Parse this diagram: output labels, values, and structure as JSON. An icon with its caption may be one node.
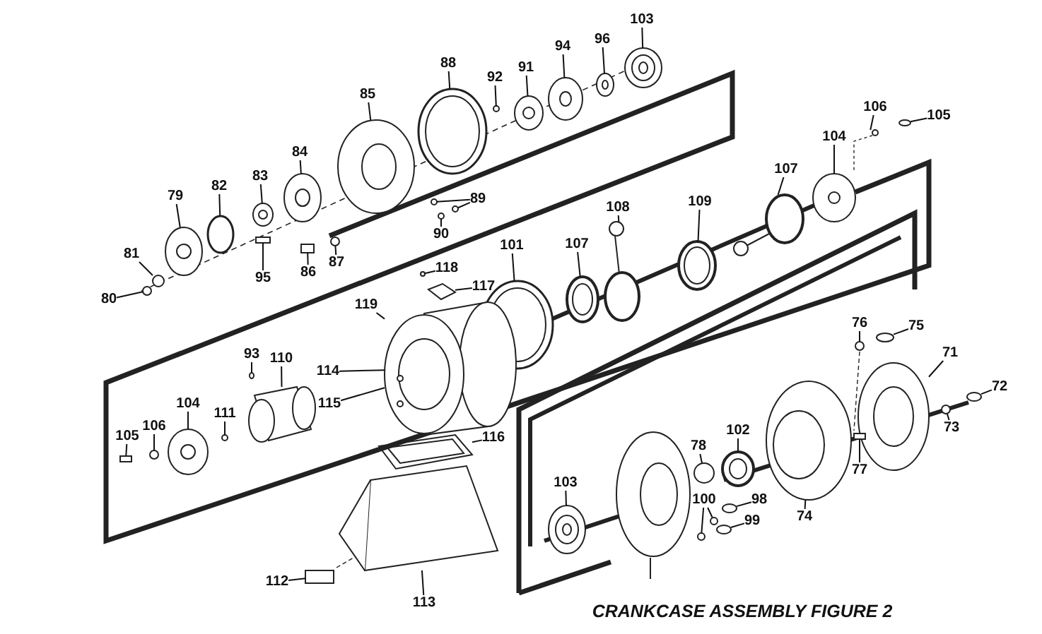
{
  "diagram": {
    "title": "CRANKCASE ASSEMBLY FIGURE 2",
    "nodes": [
      {
        "text": [
          "103"
        ]
      },
      {
        "text": [
          "96"
        ]
      },
      {
        "text": [
          "94"
        ]
      },
      {
        "text": [
          "88"
        ]
      },
      {
        "text": [
          "91"
        ]
      },
      {
        "text": [
          "92"
        ]
      },
      {
        "text": [
          "85"
        ]
      },
      {
        "text": [
          "106"
        ]
      },
      {
        "text": [
          "105"
        ]
      },
      {
        "text": [
          "104"
        ]
      },
      {
        "text": [
          "84"
        ]
      },
      {
        "text": [
          "107"
        ]
      },
      {
        "text": [
          "83"
        ]
      },
      {
        "text": [
          "82"
        ]
      },
      {
        "text": [
          "79"
        ]
      },
      {
        "text": [
          "89"
        ]
      },
      {
        "text": [
          "109"
        ]
      },
      {
        "text": [
          "108"
        ]
      },
      {
        "text": [
          "90"
        ]
      },
      {
        "text": [
          "107"
        ]
      },
      {
        "text": [
          "101"
        ]
      },
      {
        "text": [
          "81"
        ]
      },
      {
        "text": [
          "87"
        ]
      },
      {
        "text": [
          "118"
        ]
      },
      {
        "text": [
          "86"
        ]
      },
      {
        "text": [
          "95"
        ]
      },
      {
        "text": [
          "117"
        ]
      },
      {
        "text": [
          "80"
        ]
      },
      {
        "text": [
          "119"
        ]
      },
      {
        "text": [
          "76"
        ]
      },
      {
        "text": [
          "75"
        ]
      },
      {
        "text": [
          "93"
        ]
      },
      {
        "text": [
          "110"
        ]
      },
      {
        "text": [
          "114"
        ]
      },
      {
        "text": [
          "71"
        ]
      },
      {
        "text": [
          "72"
        ]
      },
      {
        "text": [
          "104"
        ]
      },
      {
        "text": [
          "115"
        ]
      },
      {
        "text": [
          "111"
        ]
      },
      {
        "text": [
          "106"
        ]
      },
      {
        "text": [
          "116"
        ]
      },
      {
        "text": [
          "73"
        ]
      },
      {
        "text": [
          "102"
        ]
      },
      {
        "text": [
          "105"
        ]
      },
      {
        "text": [
          "78"
        ]
      },
      {
        "text": [
          "77"
        ]
      },
      {
        "text": [
          "103"
        ]
      },
      {
        "text": [
          "100"
        ]
      },
      {
        "text": [
          "98"
        ]
      },
      {
        "text": [
          "74"
        ]
      },
      {
        "text": [
          "99"
        ]
      },
      {
        "text": [
          "112"
        ]
      },
      {
        "text": [
          "113"
        ]
      },
      {
        "text": [],
        "shape": "picture"
      },
      {
        "text": [],
        "shape": "picture"
      },
      {
        "text": [],
        "shape": "picture"
      },
      {
        "text": [],
        "shape": "picture"
      },
      {
        "text": [],
        "shape": "picture"
      },
      {
        "text": [],
        "shape": "circle"
      },
      {
        "text": [],
        "shape": "picture"
      },
      {
        "text": [],
        "shape": "picture"
      },
      {
        "text": [],
        "shape": "circle"
      },
      {
        "text": [],
        "shape": "picture"
      },
      {
        "text": [],
        "shape": "picture"
      },
      {
        "text": [],
        "shape": "picture"
      },
      {
        "text": [],
        "shape": "picture"
      },
      {
        "text": [],
        "shape": "circle"
      },
      {
        "text": [],
        "shape": "picture"
      },
      {
        "text": [],
        "shape": "circle"
      },
      {
        "text": [],
        "shape": "circle"
      },
      {
        "text": [],
        "shape": "picture"
      },
      {
        "text": [],
        "shape": "picture"
      },
      {
        "text": [],
        "shape": "circle"
      },
      {
        "text": [],
        "shape": "picture"
      },
      {
        "text": [],
        "shape": "picture"
      },
      {
        "text": [],
        "shape": "circle"
      },
      {
        "text": [],
        "shape": "circle"
      },
      {
        "text": [],
        "shape": "circle"
      },
      {
        "text": [],
        "shape": "box"
      },
      {
        "text": [],
        "shape": "box"
      },
      {
        "text": [],
        "shape": "diamond"
      },
      {
        "text": [],
        "shape": "circle"
      },
      {
        "text": [],
        "shape": "picture"
      },
      {
        "text": [],
        "shape": "circle"
      },
      {
        "text": [],
        "shape": "circle"
      },
      {
        "text": [],
        "shape": "circle"
      },
      {
        "text": [],
        "shape": "picture"
      },
      {
        "text": [],
        "shape": "picture"
      },
      {
        "text": [],
        "shape": "circle"
      },
      {
        "text": [],
        "shape": "picture"
      },
      {
        "text": [],
        "shape": "circle"
      },
      {
        "text": [],
        "shape": "circle"
      },
      {
        "text": [],
        "shape": "picture"
      },
      {
        "text": [],
        "shape": "circle"
      },
      {
        "text": [],
        "shape": "picture"
      },
      {
        "text": [],
        "shape": "box"
      },
      {
        "text": [],
        "shape": "circle"
      },
      {
        "text": [],
        "shape": "box"
      },
      {
        "text": [],
        "shape": "picture"
      },
      {
        "text": [],
        "shape": "circle"
      },
      {
        "text": [],
        "shape": "circle"
      },
      {
        "text": [],
        "shape": "circle"
      },
      {
        "text": [],
        "shape": "picture"
      },
      {
        "text": [],
        "shape": "circle"
      },
      {
        "text": [],
        "shape": "box"
      },
      {
        "text": [],
        "shape": "picture"
      }
    ],
    "edges": [
      {
        "from": 0,
        "to": 53,
        "arrow": "none"
      },
      {
        "from": 1,
        "to": 54,
        "arrow": "none"
      },
      {
        "from": 2,
        "to": 55,
        "arrow": "none"
      },
      {
        "from": 3,
        "to": 56,
        "arrow": "none"
      },
      {
        "from": 4,
        "to": 57,
        "arrow": "none"
      },
      {
        "from": 5,
        "to": 58,
        "arrow": "none"
      },
      {
        "from": 6,
        "to": 59,
        "arrow": "none"
      },
      {
        "from": 7,
        "to": 60,
        "arrow": "none"
      },
      {
        "from": 8,
        "to": 61,
        "arrow": "none"
      },
      {
        "from": 9,
        "to": 62,
        "arrow": "none"
      },
      {
        "from": 10,
        "to": 63,
        "arrow": "none"
      },
      {
        "from": 11,
        "to": 64,
        "arrow": "none"
      },
      {
        "from": 12,
        "to": 65,
        "arrow": "none"
      },
      {
        "from": 13,
        "to": 66,
        "arrow": "none"
      },
      {
        "from": 14,
        "to": 67,
        "arrow": "none"
      },
      {
        "from": 15,
        "to": 68,
        "arrow": "none"
      },
      {
        "from": 15,
        "to": 69,
        "arrow": "none"
      },
      {
        "from": 16,
        "to": 70,
        "arrow": "none"
      },
      {
        "from": 17,
        "to": 71,
        "arrow": "none"
      },
      {
        "from": 18,
        "to": 72,
        "arrow": "none"
      },
      {
        "from": 19,
        "to": 73,
        "arrow": "none"
      },
      {
        "from": 20,
        "to": 74,
        "arrow": "none"
      },
      {
        "from": 21,
        "to": 75,
        "arrow": "none"
      },
      {
        "from": 22,
        "to": 76,
        "arrow": "none"
      },
      {
        "from": 23,
        "to": 77,
        "arrow": "none"
      },
      {
        "from": 24,
        "to": 78,
        "arrow": "none"
      },
      {
        "from": 25,
        "to": 79,
        "arrow": "none"
      },
      {
        "from": 26,
        "to": 80,
        "arrow": "none"
      },
      {
        "from": 27,
        "to": 81,
        "arrow": "none"
      },
      {
        "from": 28,
        "to": 82,
        "arrow": "none"
      },
      {
        "from": 29,
        "to": 83,
        "arrow": "none"
      },
      {
        "from": 30,
        "to": 84,
        "arrow": "none"
      },
      {
        "from": 31,
        "to": 85,
        "arrow": "none"
      },
      {
        "from": 32,
        "to": 86,
        "arrow": "none"
      },
      {
        "from": 33,
        "to": 82,
        "arrow": "none"
      },
      {
        "from": 34,
        "to": 87,
        "arrow": "none"
      },
      {
        "from": 35,
        "to": 88,
        "arrow": "none"
      },
      {
        "from": 36,
        "to": 89,
        "arrow": "none"
      },
      {
        "from": 37,
        "to": 82,
        "arrow": "none"
      },
      {
        "from": 38,
        "to": 90,
        "arrow": "none"
      },
      {
        "from": 39,
        "to": 91,
        "arrow": "none"
      },
      {
        "from": 40,
        "to": 92,
        "arrow": "none"
      },
      {
        "from": 41,
        "to": 93,
        "arrow": "none"
      },
      {
        "from": 42,
        "to": 94,
        "arrow": "none"
      },
      {
        "from": 43,
        "to": 95,
        "arrow": "none"
      },
      {
        "from": 44,
        "to": 96,
        "arrow": "none"
      },
      {
        "from": 45,
        "to": 97,
        "arrow": "none"
      },
      {
        "from": 46,
        "to": 98,
        "arrow": "none"
      },
      {
        "from": 47,
        "to": 99,
        "arrow": "none"
      },
      {
        "from": 47,
        "to": 100,
        "arrow": "none"
      },
      {
        "from": 48,
        "to": 101,
        "arrow": "none"
      },
      {
        "from": 49,
        "to": 102,
        "arrow": "none"
      },
      {
        "from": 50,
        "to": 103,
        "arrow": "none"
      },
      {
        "from": 51,
        "to": 104,
        "arrow": "none"
      },
      {
        "from": 52,
        "to": 105,
        "arrow": "none"
      }
    ]
  }
}
